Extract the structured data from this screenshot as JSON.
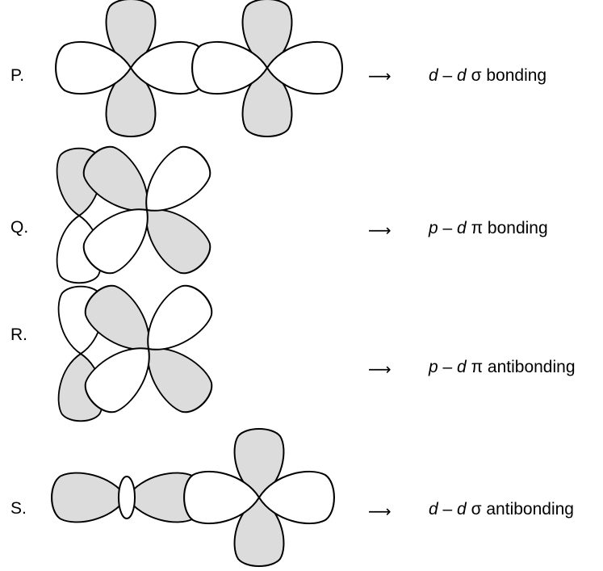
{
  "rows": [
    {
      "label": "P.",
      "arrow": "⟶",
      "desc_a": "d",
      "desc_dash": " – ",
      "desc_b": "d",
      "desc_sym": " σ ",
      "desc_type": "bonding"
    },
    {
      "label": "Q.",
      "arrow": "⟶",
      "desc_a": "p",
      "desc_dash": " – ",
      "desc_b": "d",
      "desc_sym": " π ",
      "desc_type": "bonding"
    },
    {
      "label": "R.",
      "arrow": "⟶",
      "desc_a": "p",
      "desc_dash": " – ",
      "desc_b": "d",
      "desc_sym": " π ",
      "desc_type": "antibonding"
    },
    {
      "label": "S.",
      "arrow": "⟶",
      "desc_a": "d",
      "desc_dash": " – ",
      "desc_b": "d",
      "desc_sym": " σ ",
      "desc_type": "antibonding"
    }
  ],
  "colors": {
    "shaded_lobe": "#dcdcdc",
    "unshaded_lobe": "#ffffff",
    "outline": "#000000"
  }
}
